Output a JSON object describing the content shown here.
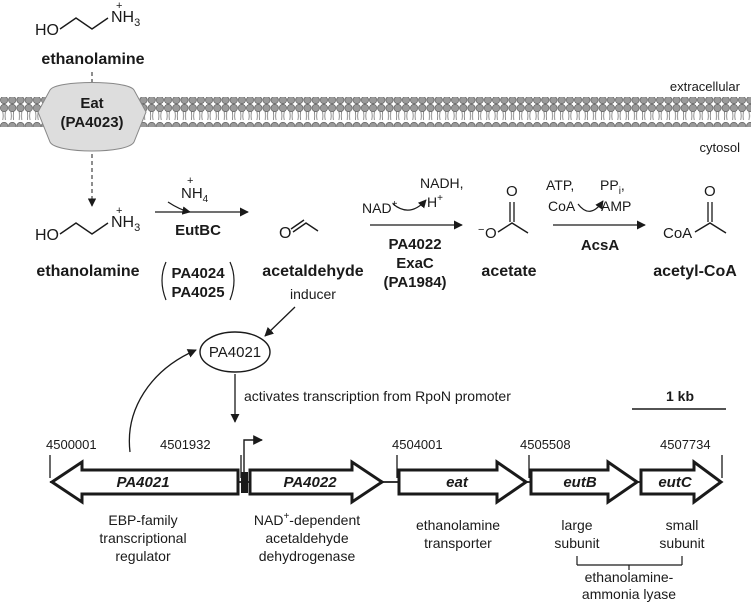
{
  "top": {
    "ho": "HO",
    "nh3": "NH",
    "nh3_sub": "3",
    "plus": "+",
    "name": "ethanolamine"
  },
  "membrane": {
    "extracellular": "extracellular",
    "cytosol": "cytosol",
    "transporter_line1": "Eat",
    "transporter_line2": "(PA4023)"
  },
  "pathway": {
    "ethanolamine": {
      "ho": "HO",
      "nh3": "NH",
      "sub": "3",
      "plus": "+",
      "name": "ethanolamine"
    },
    "step1": {
      "byproduct": "NH",
      "byproduct_sub": "4",
      "plus": "+",
      "enzyme": "EutBC",
      "genes": [
        "PA4024",
        "PA4025"
      ]
    },
    "acetaldehyde": {
      "o": "O",
      "name": "acetaldehyde",
      "inducer": "inducer"
    },
    "step2": {
      "nad": "NAD",
      "nad_plus": "+",
      "nadh": "NADH,",
      "h": "H",
      "h_plus": "+",
      "enzymes": [
        "PA4022",
        "ExaC",
        "(PA1984)"
      ]
    },
    "acetate": {
      "o_top": "O",
      "o_minus": "−",
      "o_left": "O",
      "name": "acetate"
    },
    "step3": {
      "atp": "ATP,",
      "coa": "CoA",
      "ppi": "PP",
      "ppi_sub": "i",
      "ppi_comma": ",",
      "amp": "AMP",
      "enzyme": "AcsA"
    },
    "acetyl_coa": {
      "o": "O",
      "coa": "CoA",
      "name": "acetyl-CoA"
    }
  },
  "regulator": {
    "name": "PA4021",
    "activates": "activates transcription from RpoN promoter"
  },
  "scale": {
    "label": "1 kb"
  },
  "genome": {
    "positions": [
      "4500001",
      "4501932",
      "4504001",
      "4505508",
      "4507734"
    ],
    "genes": [
      {
        "name": "PA4021",
        "desc": [
          "EBP-family",
          "transcriptional",
          "regulator"
        ]
      },
      {
        "name": "PA4022",
        "desc_line1_a": "NAD",
        "desc_line1_sup": "+",
        "desc_line1_b": "-dependent",
        "desc": [
          "acetaldehyde",
          "dehydrogenase"
        ]
      },
      {
        "name": "eat",
        "desc": [
          "ethanolamine",
          "transporter"
        ]
      },
      {
        "name": "eutB",
        "desc": [
          "large",
          "subunit"
        ]
      },
      {
        "name": "eutC",
        "desc": [
          "small",
          "subunit"
        ]
      }
    ],
    "lyase": [
      "ethanolamine-",
      "ammonia lyase"
    ]
  }
}
